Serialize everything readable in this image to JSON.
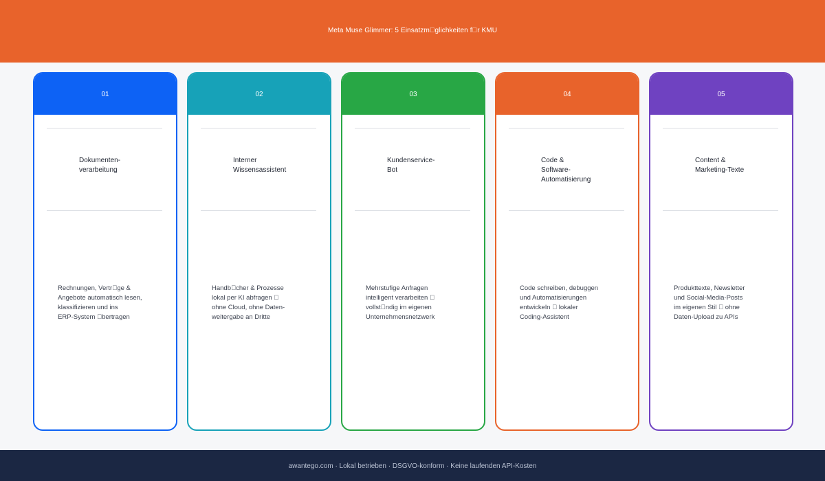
{
  "header": {
    "title": "Meta Muse Glimmer: 5 Einsatzm\u0000glichkeiten f\u0000r KMU"
  },
  "cards": [
    {
      "number": "01",
      "title": "Dokumenten-\nverarbeitung",
      "description": "Rechnungen, Vertr\u0000ge &\nAngebote automatisch lesen,\nklassifizieren und ins\nERP-System \u0000bertragen",
      "color": "#0d62f5"
    },
    {
      "number": "02",
      "title": "Interner\nWissensassistent",
      "description": "Handb\u0000cher & Prozesse\nlokal per KI abfragen \u0000\nohne Cloud, ohne Daten-\nweitergabe an Dritte",
      "color": "#17a2b8"
    },
    {
      "number": "03",
      "title": "Kundenservice-\nBot",
      "description": "Mehrstufige Anfragen\nintelligent verarbeiten \u0000\nvollst\u0000ndig im eigenen\nUnternehmensnetzwerk",
      "color": "#28a745"
    },
    {
      "number": "04",
      "title": "Code & Software-\nAutomatisierung",
      "description": "Code schreiben, debuggen\nund Automatisierungen\nentwickeln \u0000 lokaler\nCoding-Assistent",
      "color": "#e8632b"
    },
    {
      "number": "05",
      "title": "Content &\nMarketing-Texte",
      "description": "Produkttexte, Newsletter\nund Social-Media-Posts\nim eigenen Stil \u0000 ohne\nDaten-Upload zu APIs",
      "color": "#6f42c1"
    }
  ],
  "footer": {
    "text": "awantego.com · Lokal betrieben · DSGVO-konform · Keine laufenden API-Kosten"
  },
  "colors": {
    "header_bg": "#e8632b",
    "footer_bg": "#1b2743",
    "page_bg": "#f6f7f9"
  }
}
